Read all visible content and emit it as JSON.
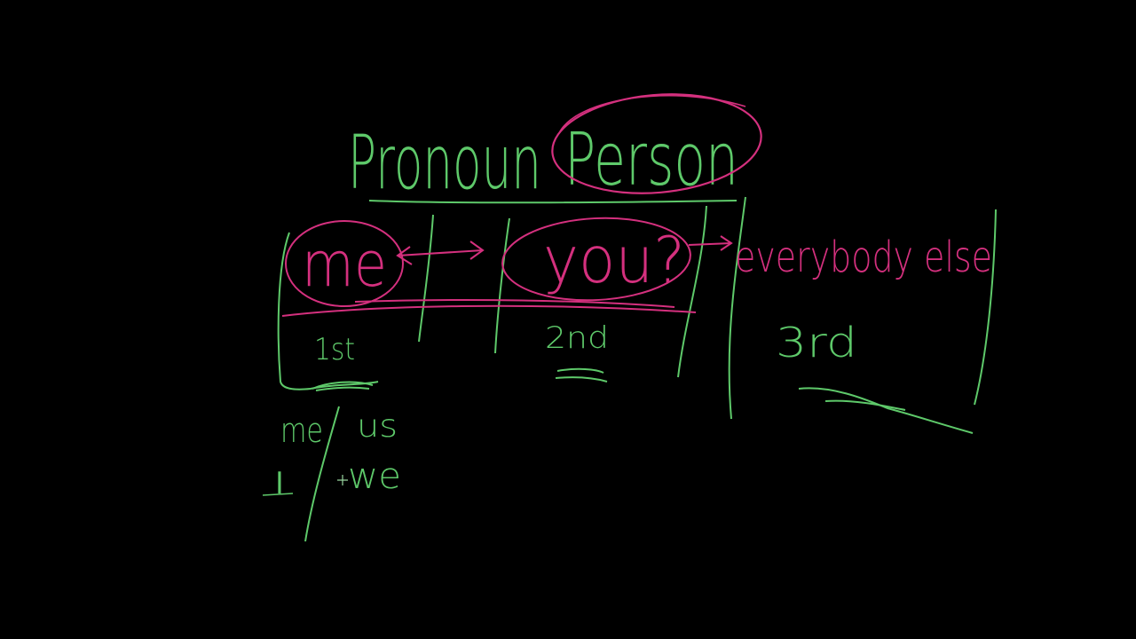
{
  "title": {
    "word1": "Pronoun",
    "word2": "Person"
  },
  "columns": [
    {
      "word": "me",
      "label": "1st"
    },
    {
      "word": "you?",
      "label": "2nd"
    },
    {
      "word": "everybody else",
      "label": "3rd"
    }
  ],
  "pronouns": {
    "singular_object": "me",
    "plural_object": "us",
    "singular_subject": "I",
    "plural_subject": "we"
  },
  "colors": {
    "background": "#000000",
    "green": "#5ec96a",
    "pink": "#d4307e"
  }
}
